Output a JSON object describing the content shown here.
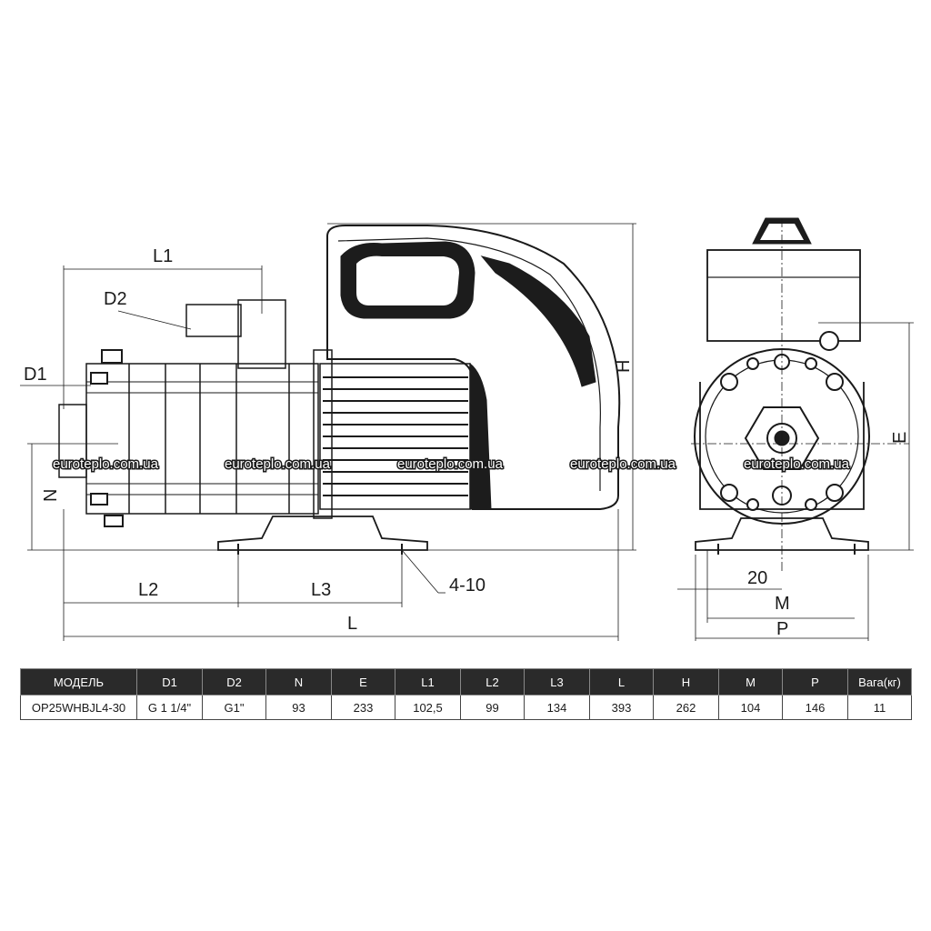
{
  "dimensions": {
    "L1": "L1",
    "D2": "D2",
    "D1": "D1",
    "N": "N",
    "H": "H",
    "E": "E",
    "L2": "L2",
    "L3": "L3",
    "L": "L",
    "holes": "4-10",
    "foot": "20",
    "M": "M",
    "P": "P"
  },
  "watermarks": [
    "euroteplo.com.ua",
    "euroteplo.com.ua",
    "euroteplo.com.ua",
    "euroteplo.com.ua",
    "euroteplo.com.ua"
  ],
  "table": {
    "headers": [
      "МОДЕЛЬ",
      "D1",
      "D2",
      "N",
      "E",
      "L1",
      "L2",
      "L3",
      "L",
      "H",
      "M",
      "P",
      "Вага(кг)"
    ],
    "row": [
      "OP25WHBJL4-30",
      "G 1 1/4\"",
      "G1\"",
      "93",
      "233",
      "102,5",
      "99",
      "134",
      "393",
      "262",
      "104",
      "146",
      "11"
    ]
  },
  "colors": {
    "line": "#1a1a1a",
    "header_bg": "#2a2a2a",
    "watermark": "#ffffff"
  }
}
